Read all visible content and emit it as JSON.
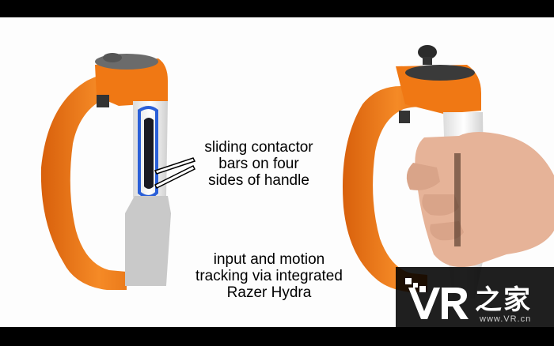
{
  "captions": {
    "contactors": "sliding contactor\nbars on four\nsides of handle",
    "tracking": "input and motion\ntracking via integrated\nRazer Hydra"
  },
  "watermark": {
    "brand": "之家",
    "url": "www.VR.cn"
  },
  "colors": {
    "controller_orange": "#f07814",
    "contact_blue": "#2a5fd8",
    "letterbox": "#000000"
  },
  "icons": [
    "controller-render-left",
    "controller-render-right",
    "hand-image",
    "arrow-icon",
    "vr-logo-icon"
  ]
}
